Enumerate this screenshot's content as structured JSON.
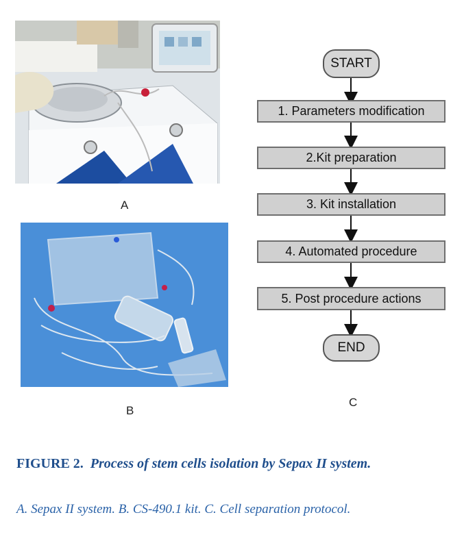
{
  "panels": {
    "a_label": "A",
    "b_label": "B",
    "c_label": "C"
  },
  "flowchart": {
    "start": "START",
    "end": "END",
    "steps": [
      "1. Parameters modification",
      "2.Kit preparation",
      "3. Kit installation",
      "4. Automated procedure",
      "5. Post procedure actions"
    ]
  },
  "caption": {
    "figure_number": "FIGURE 2.",
    "title": "Process of stem cells isolation by Sepax II system.",
    "subcaption": "A. Sepax II system. B. CS-490.1 kit. C. Cell separation protocol."
  },
  "colors": {
    "caption_blue": "#1f4e8c",
    "box_fill": "#d0d0d0",
    "photo_b_background": "#4b8fd6"
  }
}
